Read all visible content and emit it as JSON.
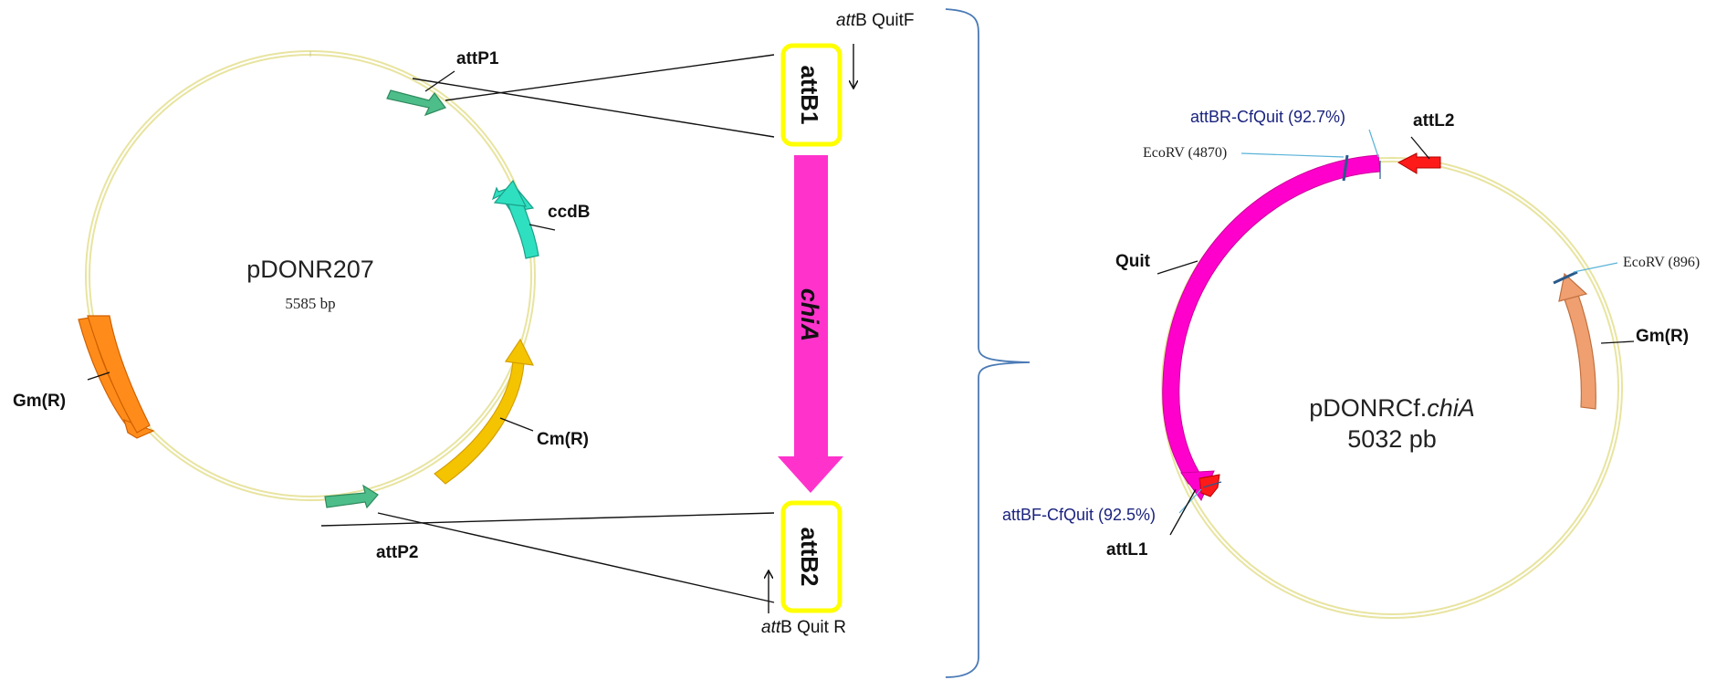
{
  "plasmid_left": {
    "name": "pDONR207",
    "size": "5585 bp",
    "features": {
      "attP1": "attP1",
      "ccdB": "ccdB",
      "cm": "Cm(R)",
      "attP2": "attP2",
      "gm": "Gm(R)"
    }
  },
  "insert": {
    "attB1": "attB1",
    "attB2": "attB2",
    "gene": "chiA",
    "primer_f_italic": "att",
    "primer_f_rest": "B QuitF",
    "primer_r_italic": "att",
    "primer_r_rest": "B Quit R"
  },
  "plasmid_right": {
    "name_prefix": "pDONRCf.",
    "name_italic": "chiA",
    "size": "5032 pb",
    "features": {
      "attL2": "attL2",
      "attL1": "attL1",
      "quit": "Quit",
      "gm": "Gm(R)",
      "ecorv_top": "EcoRV (4870)",
      "ecorv_right": "EcoRV (896)",
      "attbr": "attBR-CfQuit (92.7%)",
      "attbf": "attBF-CfQuit (92.5%)"
    }
  },
  "colors": {
    "backbone": "#e8e4a0",
    "attP": "#4dbd8a",
    "ccdB": "#2fe0c0",
    "cm": "#f5c400",
    "gm_left": "#ff8c1a",
    "gm_right": "#f0a070",
    "att_box": "#ffff00",
    "chiA_arrow": "#ff33cc",
    "quit": "#ff00cc",
    "attL": "#ff1a1a",
    "site_marker": "#2a5a8a",
    "brace": "#4a7ab5",
    "primer_text": "#1a237e"
  }
}
